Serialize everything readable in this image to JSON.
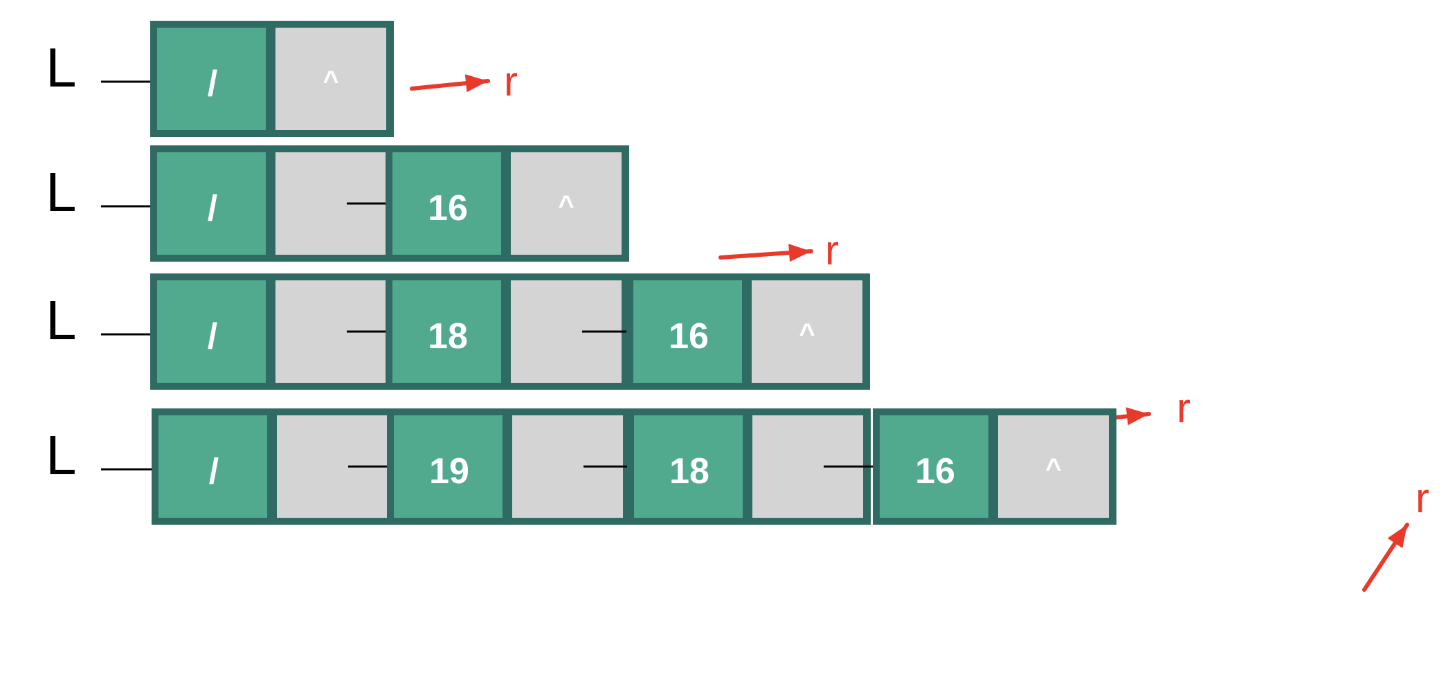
{
  "colors": {
    "node_border": "#2f6b63",
    "data_cell": "#52aa8e",
    "pointer_cell": "#d4d4d4",
    "cell_text": "#ffffff",
    "black_arrow": "#000000",
    "rear_pointer": "#e8392a"
  },
  "head_label": "L",
  "rear_label": "r",
  "null_symbol": "^",
  "rows": [
    {
      "nodes": [
        "/"
      ]
    },
    {
      "nodes": [
        "/",
        "16"
      ]
    },
    {
      "nodes": [
        "/",
        "18",
        "16"
      ]
    },
    {
      "nodes": [
        "/",
        "19",
        "18",
        "16"
      ]
    }
  ]
}
